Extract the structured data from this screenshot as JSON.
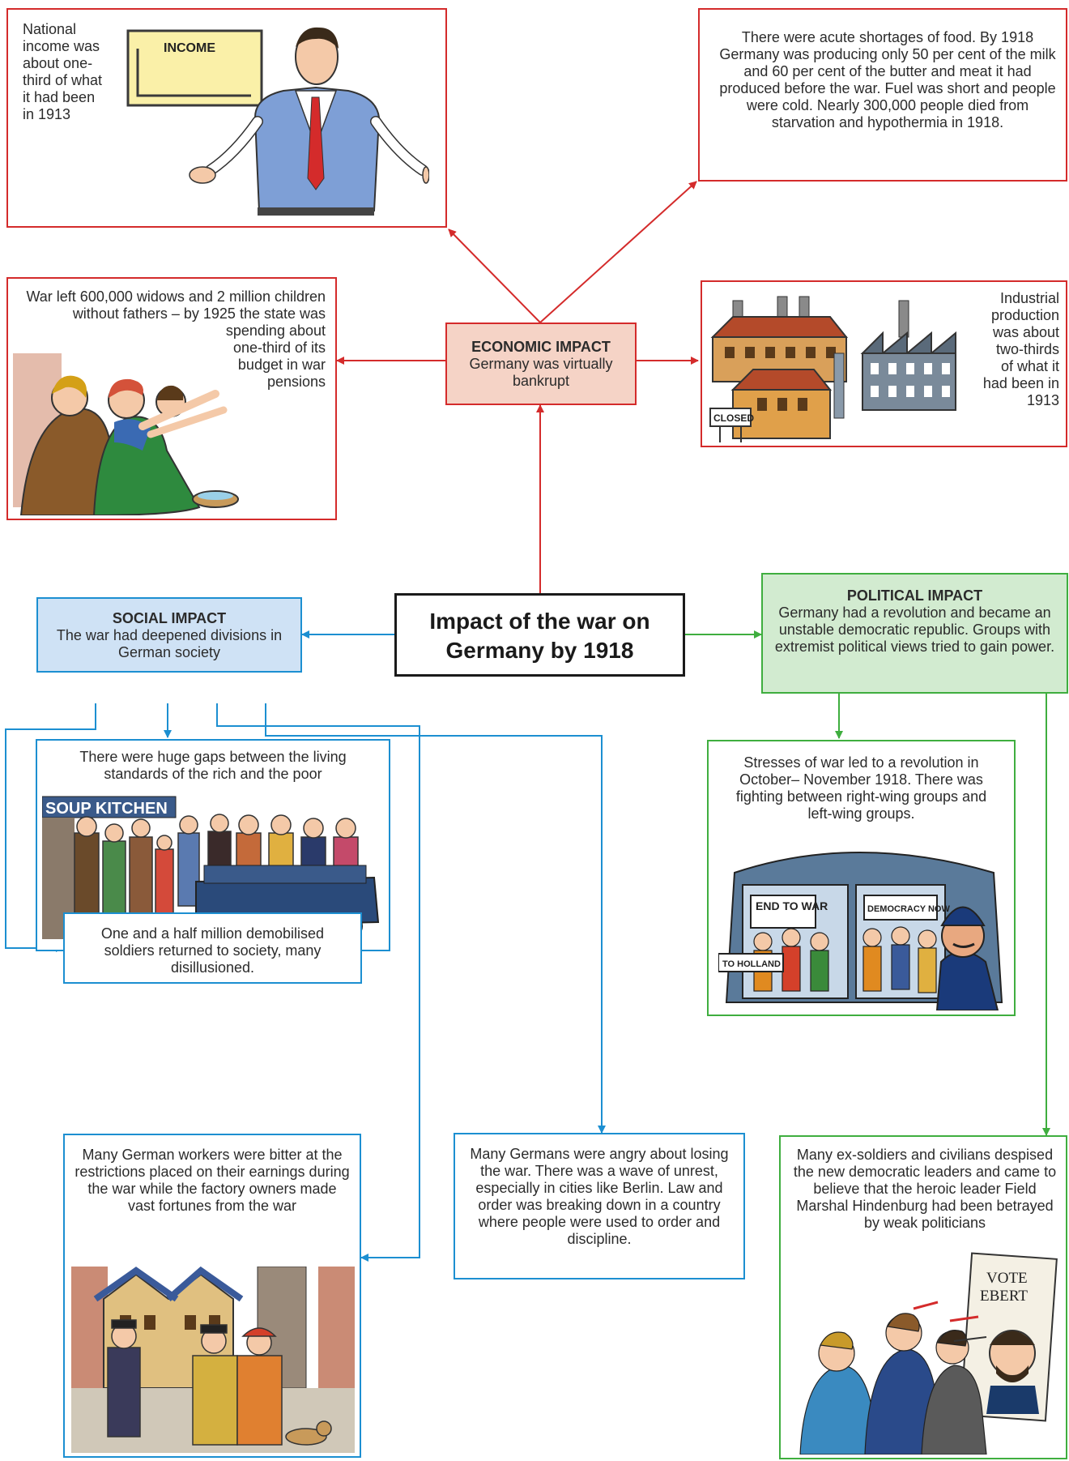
{
  "center": {
    "title": "Impact of the war on Germany by 1918"
  },
  "economic": {
    "header": "ECONOMIC IMPACT",
    "body": "Germany was virtually bankrupt",
    "income": {
      "text": "National income was about one-third of what it had been in 1913",
      "sign": "INCOME"
    },
    "food": {
      "text": "There were acute shortages of food. By 1918 Germany was producing only 50 per cent of the milk and 60 per cent of the butter and meat it had produced before the war. Fuel was short and people were cold. Nearly 300,000 people died from starvation and hypothermia in 1918."
    },
    "widows": {
      "text_top": "War left 600,000 widows and 2 million children without fathers – by 1925 the state was spending about",
      "text_side": "one-third of its budget in war pensions"
    },
    "industry": {
      "text": "Industrial production was about two-thirds of what it had been in 1913",
      "sign": "CLOSED"
    }
  },
  "social": {
    "header": "SOCIAL IMPACT",
    "body": "The war had deepened divisions in German society",
    "gaps": {
      "text": "There were huge gaps between the living standards of the rich and the poor",
      "sign": "SOUP KITCHEN"
    },
    "soldiers": {
      "text": "One and a half million demobilised soldiers returned to society, many disillusioned."
    },
    "workers": {
      "text": "Many German workers were bitter at the restrictions placed on their earnings during the war while the factory owners made vast fortunes from the war"
    },
    "angry": {
      "text": "Many Germans were angry about losing the war. There was a wave of unrest, especially in cities like Berlin. Law and order was breaking down in a country where people were used to order and discipline."
    }
  },
  "political": {
    "header": "POLITICAL IMPACT",
    "body": "Germany had a revolution and became an unstable democratic republic. Groups with extremist political views tried to gain power.",
    "revolution": {
      "text": "Stresses of war led to a revolution in October– November 1918. There was fighting between right-wing groups and left-wing groups.",
      "sign1": "END TO WAR",
      "sign2": "DEMOCRACY NOW",
      "sign3": "TO HOLLAND"
    },
    "betrayed": {
      "text": "Many ex-soldiers and civilians despised the new democratic leaders and came to believe that the heroic leader Field Marshal Hindenburg had been betrayed by weak politicians",
      "sign1": "VOTE",
      "sign2": "EBERT"
    }
  },
  "colors": {
    "red": "#d42b2b",
    "blue": "#1c8fd1",
    "green": "#3fae3f"
  }
}
